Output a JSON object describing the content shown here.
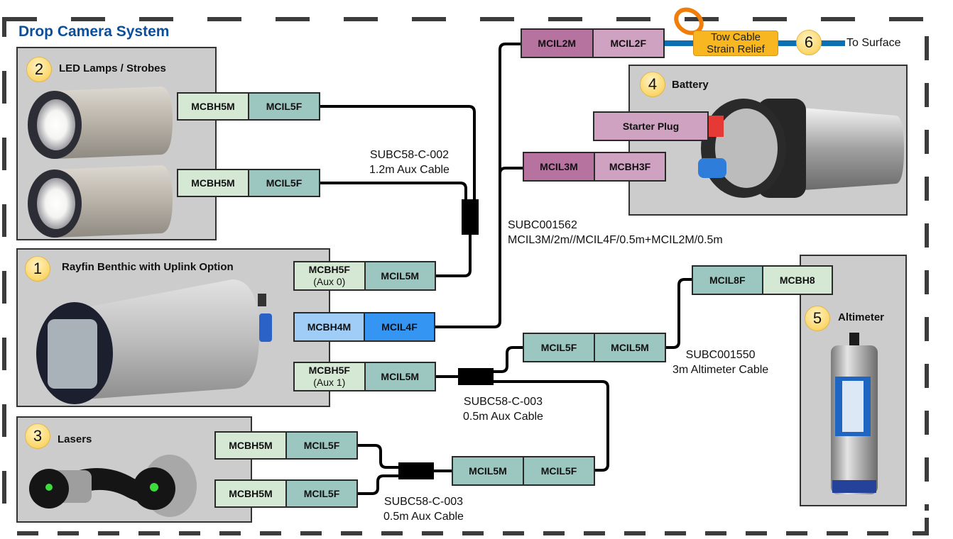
{
  "title": "Drop Camera System",
  "colors": {
    "title": "#0b4f9c",
    "panel_bg": "#cccccc",
    "connector_light_green": "#d5e8d4",
    "connector_teal": "#9bc7c0",
    "connector_light_blue": "#9fcdf7",
    "connector_blue": "#3595f3",
    "connector_pink": "#cea2c0",
    "connector_purple": "#b6739f",
    "tow_cable": "#0b6fb3",
    "strain_relief": "#f8b620",
    "highlight_ring": "#f07d0a"
  },
  "devices": {
    "led": {
      "number": "2",
      "label": "LED Lamps / Strobes"
    },
    "camera": {
      "number": "1",
      "label": "Rayfin Benthic with Uplink Option"
    },
    "lasers": {
      "number": "3",
      "label": "Lasers"
    },
    "battery": {
      "number": "4",
      "label": "Battery"
    },
    "altimeter": {
      "number": "5",
      "label": "Altimeter"
    },
    "surface": {
      "number": "6",
      "label": "To Surface"
    }
  },
  "connectors": {
    "led1": {
      "a": "MCBH5M",
      "b": "MCIL5F"
    },
    "led2": {
      "a": "MCBH5M",
      "b": "MCIL5F"
    },
    "aux0": {
      "a": "MCBH5F",
      "a_sub": "(Aux 0)",
      "b": "MCIL5M"
    },
    "uplink": {
      "a": "MCBH4M",
      "b": "MCIL4F"
    },
    "aux1": {
      "a": "MCBH5F",
      "a_sub": "(Aux 1)",
      "b": "MCIL5M"
    },
    "laser1": {
      "a": "MCBH5M",
      "b": "MCIL5F"
    },
    "laser2": {
      "a": "MCBH5M",
      "b": "MCIL5F"
    },
    "laser_trunk": {
      "a": "MCIL5M",
      "b": "MCIL5F"
    },
    "alt_mid": {
      "a": "MCIL5F",
      "b": "MCIL5M"
    },
    "alt_end": {
      "a": "MCIL8F",
      "b": "MCBH8"
    },
    "tow": {
      "a": "MCIL2M",
      "b": "MCIL2F"
    },
    "battery": {
      "a": "MCIL3M",
      "b": "MCBH3F"
    },
    "starter": {
      "label": "Starter Plug"
    }
  },
  "cables": {
    "led_cable": {
      "part": "SUBC58-C-002",
      "desc": "1.2m Aux Cable"
    },
    "main_cable": {
      "part": "SUBC001562",
      "desc": "MCIL3M/2m//MCIL4F/0.5m+MCIL2M/0.5m"
    },
    "aux1_cable": {
      "part": "SUBC58-C-003",
      "desc": "0.5m Aux Cable"
    },
    "alt_cable": {
      "part": "SUBC001550",
      "desc": "3m Altimeter Cable"
    },
    "laser_cable": {
      "part": "SUBC58-C-003",
      "desc": "0.5m Aux Cable"
    }
  },
  "tow_cable": {
    "strain_relief": [
      "Tow Cable",
      "Strain Relief"
    ],
    "destination": "To Surface"
  }
}
